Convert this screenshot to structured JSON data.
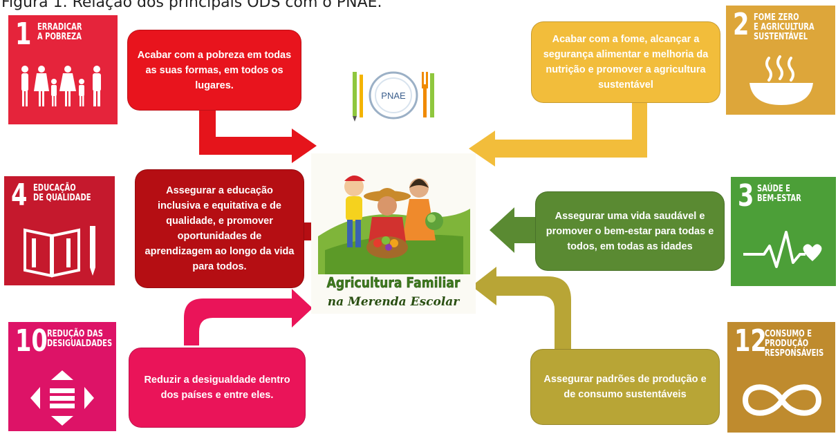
{
  "caption": "Figura 1. Relação dos principais ODS com o PNAE.",
  "goals": [
    {
      "id": "sdg1",
      "number": "1",
      "title": "ERRADICAR\nA POBREZA",
      "color": "#e5243b",
      "icon": "family-icon"
    },
    {
      "id": "sdg2",
      "number": "2",
      "title": "FOME ZERO\nE AGRICULTURA\nSUSTENTÁVEL",
      "color": "#dda63a",
      "icon": "bowl-icon"
    },
    {
      "id": "sdg4",
      "number": "4",
      "title": "EDUCAÇÃO\nDE QUALIDADE",
      "color": "#c5192d",
      "icon": "book-pencil-icon"
    },
    {
      "id": "sdg3",
      "number": "3",
      "title": "SAÚDE E\nBEM-ESTAR",
      "color": "#4c9f38",
      "icon": "heartbeat-icon"
    },
    {
      "id": "sdg10",
      "number": "10",
      "title": "REDUÇÃO DAS\nDESIGUALDADES",
      "color": "#dd1367",
      "icon": "equality-arrows-icon"
    },
    {
      "id": "sdg12",
      "number": "12",
      "title": "CONSUMO E\nPRODUÇÃO\nRESPONSÁVEIS",
      "color": "#bf8b2e",
      "icon": "infinity-icon"
    }
  ],
  "boxes": {
    "poverty": {
      "text": "Acabar com a pobreza em todas as suas formas, em todos os lugares.",
      "color": "#e8141d"
    },
    "hunger": {
      "text": "Acabar com a fome, alcançar a segurança alimentar e melhoria da nutrição e promover a agricultura sustentável",
      "color": "#f2bd3b"
    },
    "education": {
      "text": "Assegurar a educação inclusiva e equitativa e de qualidade, e promover oportunidades de aprendizagem ao longo da vida para todos.",
      "color": "#b50e13"
    },
    "health": {
      "text": "Assegurar uma vida saudável e promover o bem-estar para todas e todos, em todas as idades",
      "color": "#5a8a32"
    },
    "inequality": {
      "text": "Reduzir a desigualdade dentro dos países e entre eles.",
      "color": "#ea1459"
    },
    "consumption": {
      "text": "Assegurar padrões de produção e de consumo sustentáveis",
      "color": "#b8a536"
    }
  },
  "center": {
    "logo_line1": "Agricultura Familiar",
    "logo_line2": "na Merenda Escolar"
  },
  "pnae_label": "PNAE"
}
